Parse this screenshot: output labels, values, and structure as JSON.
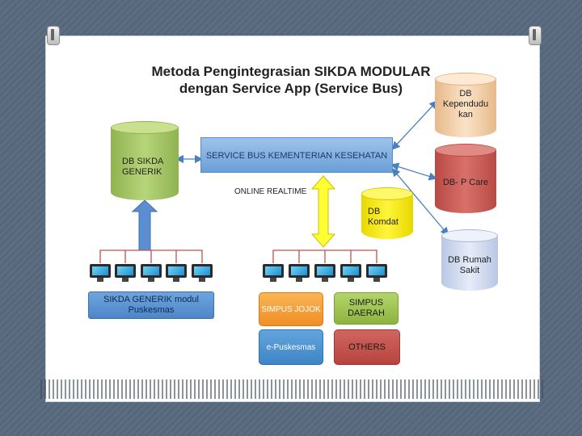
{
  "title": {
    "line1": "Metoda Pengintegrasian SIKDA MODULAR",
    "line2": "dengan Service App (Service Bus)"
  },
  "databases": {
    "sikda_generik": "DB SIKDA GENERIK",
    "kependuduk": "DB Kependudu kan",
    "pcare": "DB- P Care",
    "komdat": "DB Komdat",
    "rumah_sakit": "DB Rumah Sakit"
  },
  "bus_label": "SERVICE BUS KEMENTERIAN KESEHATAN",
  "online_label": "ONLINE REALTIME",
  "boxes": {
    "sikda_puskesmas": "SIKDA GENERIK modul Puskesmas",
    "simpus_jojok": "SIMPUS JOJOK",
    "simpus_daerah": "SIMPUS DAERAH",
    "e_puskesmas": "e-Puskesmas",
    "others": "OTHERS"
  },
  "colors": {
    "bus": "#6a9fd9",
    "arrow_up": "#5a8cc8",
    "arrow_vertical": "#ffff33",
    "connector": "#c0504d",
    "simpus_jojok": "#f7a23a",
    "simpus_daerah": "#9fc44f",
    "e_puskesmas": "#4f93cf",
    "others": "#c0504d"
  }
}
